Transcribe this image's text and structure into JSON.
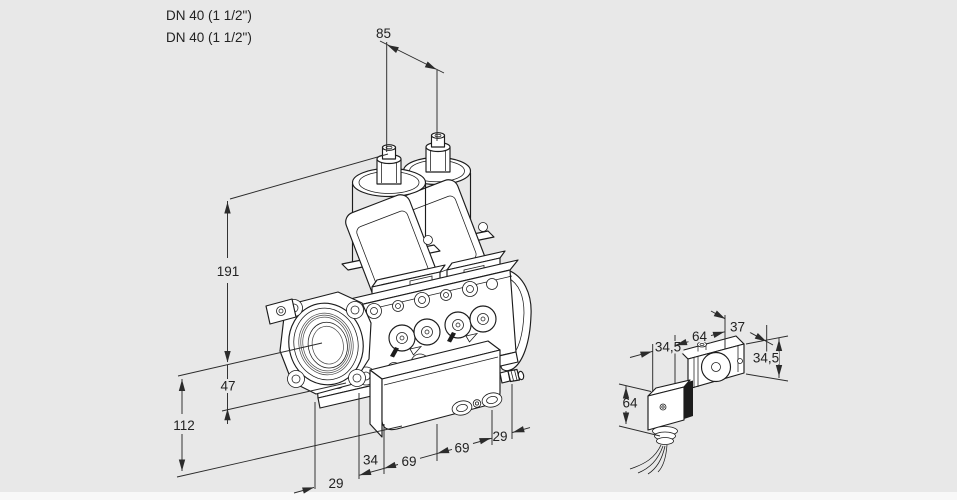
{
  "page": {
    "background": "#e8e8e8",
    "line_color": "#1c1c1c",
    "dim_color": "#2b2b2b"
  },
  "header": {
    "connection_labels": [
      "DN 40 (1 1/2\")",
      "DN 40 (1 1/2\")"
    ]
  },
  "main_drawing": {
    "view": "isometric double solenoid valve with flanged threaded connections and lower regulator unit",
    "dimensions": {
      "top_span": "85",
      "total_height": "191",
      "axis_to_body_bottom": "47",
      "axis_to_regulator_bottom": "112",
      "bottom_chain": [
        "29",
        "34",
        "69",
        "69",
        "29"
      ]
    }
  },
  "side_drawing": {
    "view": "solenoid coil detail with connector plug and cable",
    "dimensions": {
      "plug_depth": "34,5",
      "coil_length": "64",
      "coil_depth": "37",
      "coil_height": "34,5",
      "plug_height": "64"
    }
  }
}
